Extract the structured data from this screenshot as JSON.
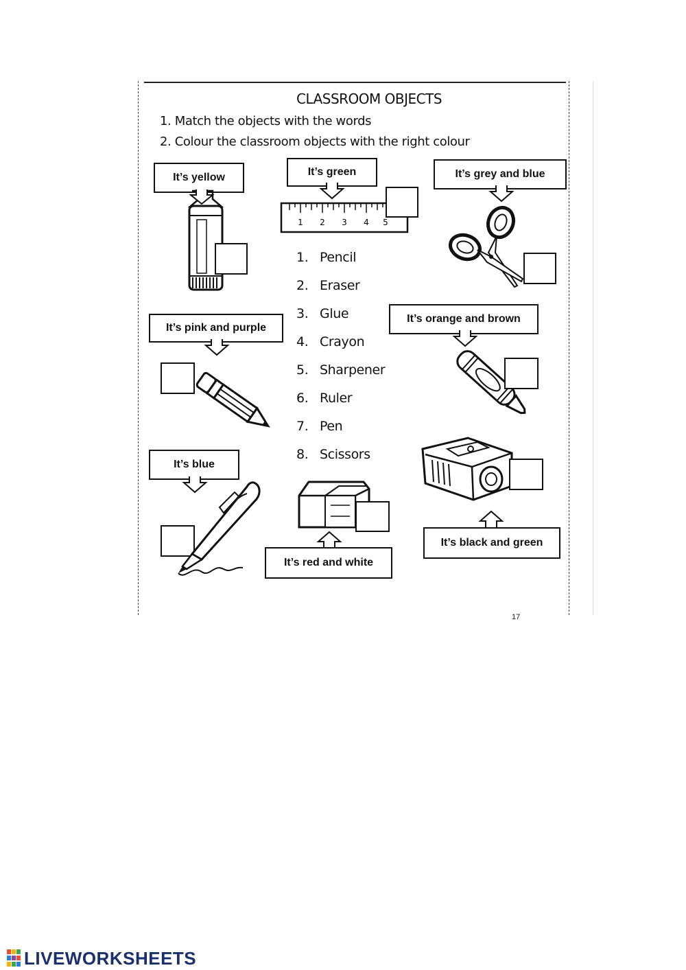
{
  "worksheet": {
    "title": "CLASSROOM OBJECTS",
    "instructions": [
      "1. Match the objects with the words",
      "2. Colour the classroom objects with the right colour"
    ],
    "labels": {
      "glue": "It’s yellow",
      "ruler": "It’s green",
      "scissors": "It’s grey and blue",
      "pencil": "It’s pink and purple",
      "crayon": "It’s orange and brown",
      "pen": "It’s blue",
      "eraser": "It’s red and white",
      "sharpener": "It’s black and green"
    },
    "words": [
      {
        "num": "1.",
        "word": "Pencil"
      },
      {
        "num": "2.",
        "word": "Eraser"
      },
      {
        "num": "3.",
        "word": "Glue"
      },
      {
        "num": "4.",
        "word": "Crayon"
      },
      {
        "num": "5.",
        "word": "Sharpener"
      },
      {
        "num": "6.",
        "word": "Ruler"
      },
      {
        "num": "7.",
        "word": "Pen"
      },
      {
        "num": "8.",
        "word": "Scissors"
      }
    ],
    "ruler_numbers": [
      "1",
      "2",
      "3",
      "4",
      "5"
    ],
    "page_number": "17"
  },
  "branding": {
    "logo_text": "LIVEWORKSHEETS",
    "colors": {
      "logo_text": "#1a2f6e"
    }
  }
}
